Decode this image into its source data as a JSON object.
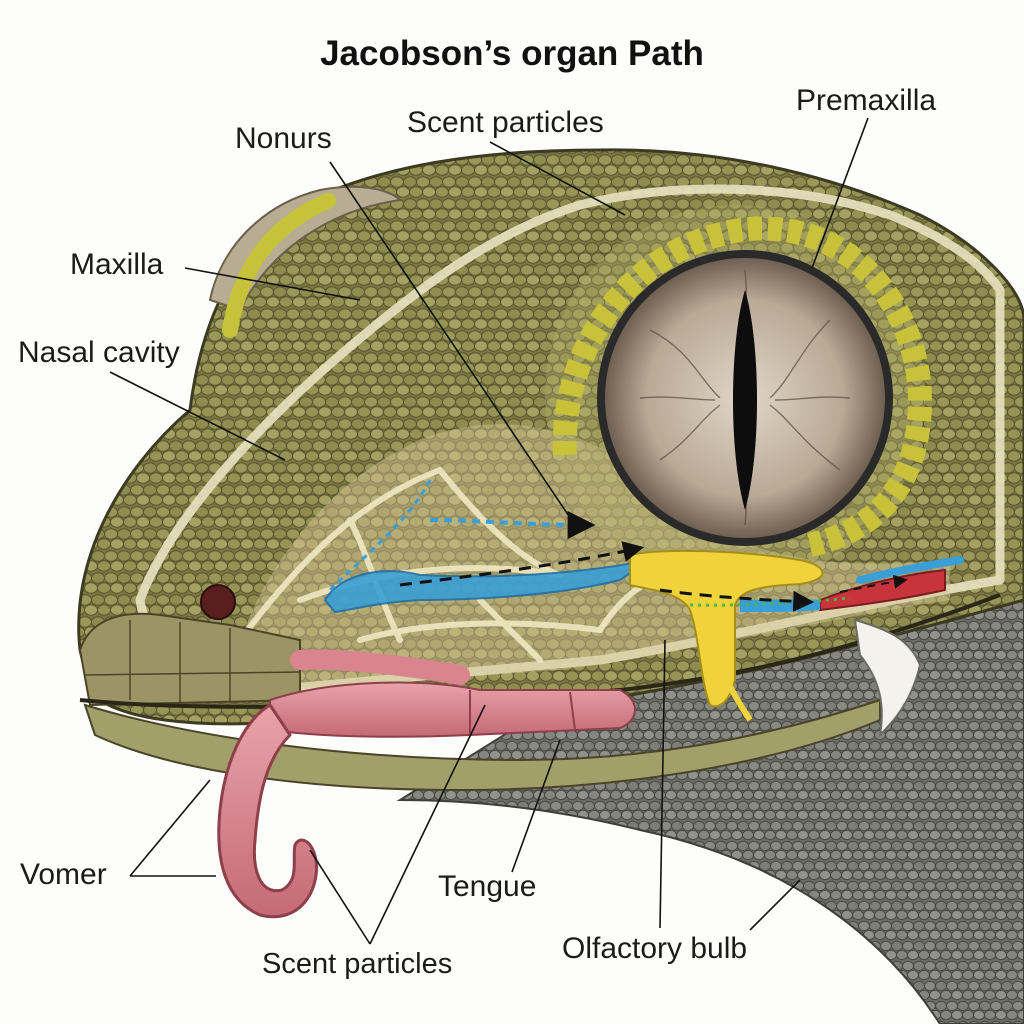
{
  "diagram": {
    "title": "Jacobson’s organ Path",
    "labels": {
      "premaxilla": "Premaxilla",
      "scent_particles_top": "Scent particles",
      "nonurs": "Nonurs",
      "maxilla": "Maxilla",
      "nasal_cavity": "Nasal cavity",
      "vomer": "Vomer",
      "tengue": "Tengue",
      "olfactory_bulb": "Olfactory bulb",
      "scent_particles_bottom": "Scent particles"
    },
    "colors": {
      "skin_dark": "#6f6a3e",
      "skin_scale": "#8e8c4e",
      "skin_light": "#a9a766",
      "eye_ring": "#c8c23a",
      "iris": "#b9a995",
      "tongue": "#d9848e",
      "airflow_blue": "#3a9fd6",
      "blood_red": "#c8343c",
      "bone_yellow": "#f0d23a",
      "cartilage": "#efe8c0"
    }
  }
}
